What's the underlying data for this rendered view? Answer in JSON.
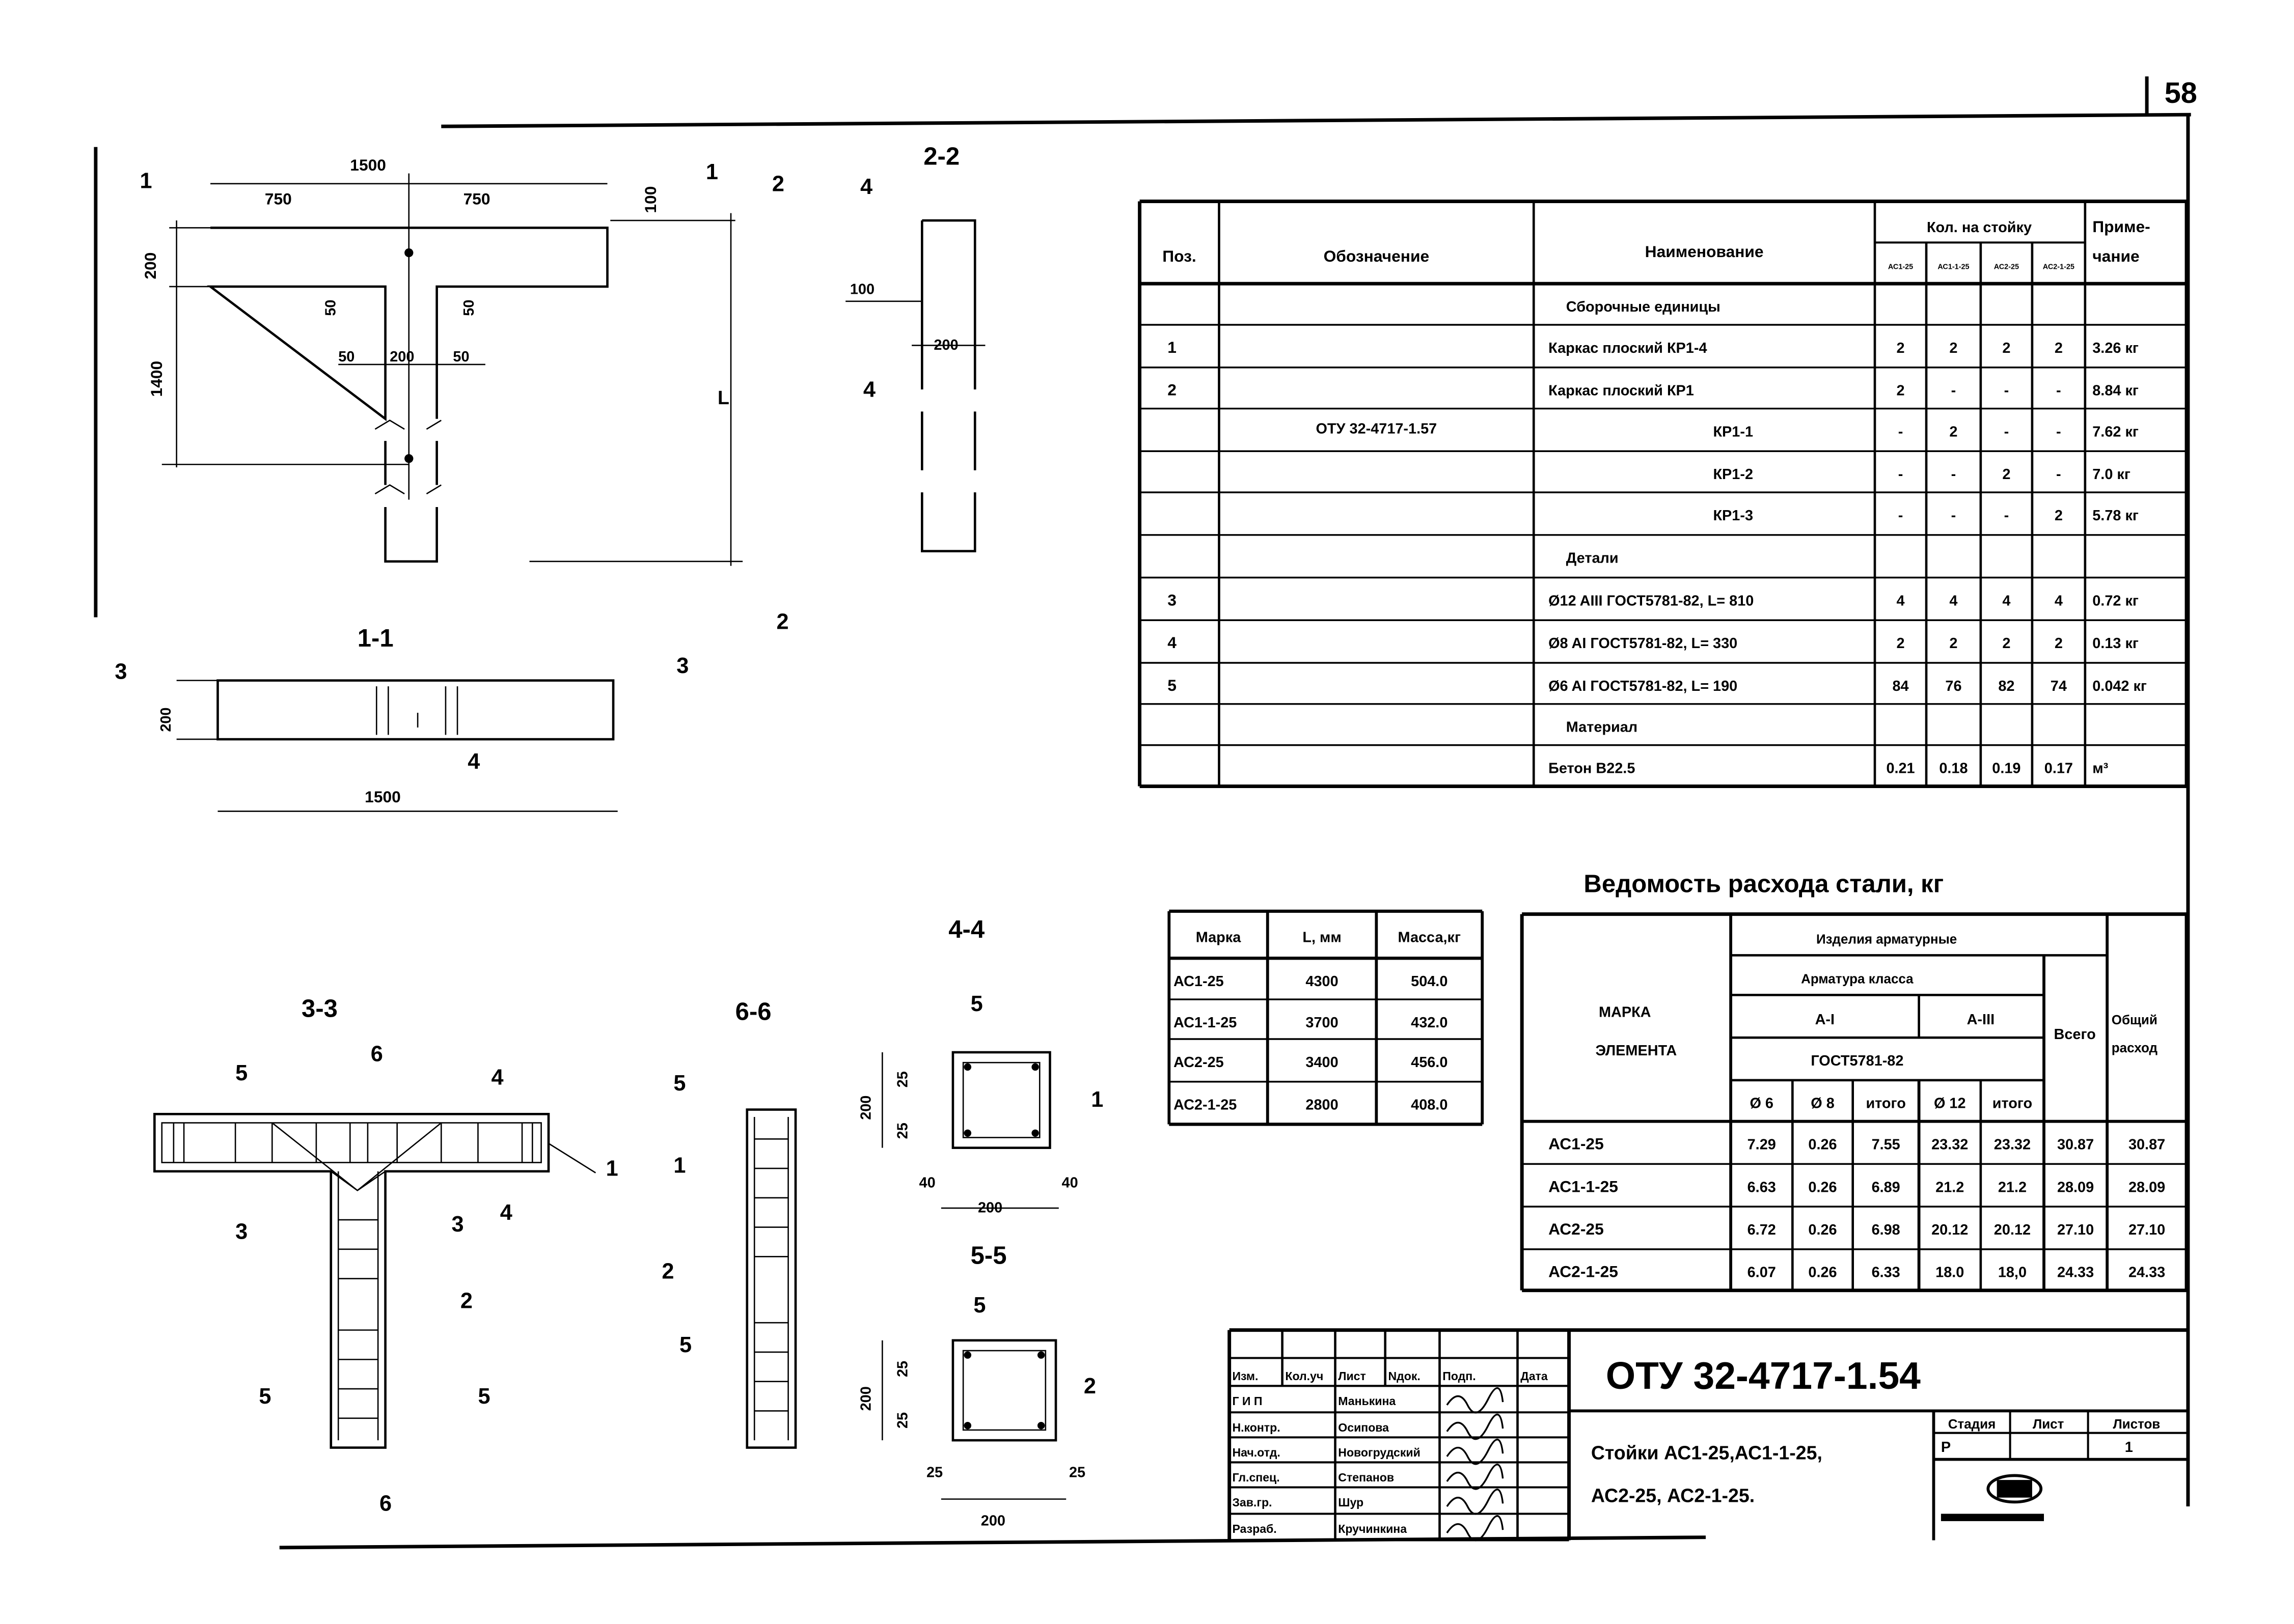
{
  "sheet_number": "58",
  "spec_table": {
    "headers": {
      "pos": "Поз.",
      "designation": "Обозначение",
      "name": "Наименование",
      "qty": "Кол. на стойку",
      "qty_cols": [
        "АС1-25",
        "АС1-1-25",
        "АС2-25",
        "АС2-1-25"
      ],
      "note_1": "Приме-",
      "note_2": "чание"
    },
    "designation_merged": "ОТУ 32-4717-1.57",
    "rows": [
      {
        "type": "section",
        "name": "Сборочные единицы"
      },
      {
        "type": "item",
        "pos": "1",
        "name": "Каркас плоский КР1-4",
        "q": [
          "2",
          "2",
          "2",
          "2"
        ],
        "note": "3.26 кг"
      },
      {
        "type": "item",
        "pos": "2",
        "name": "Каркас плоский КР1",
        "q": [
          "2",
          "-",
          "-",
          "-"
        ],
        "note": "8.84 кг"
      },
      {
        "type": "sub",
        "pos": "",
        "name": "КР1-1",
        "q": [
          "-",
          "2",
          "-",
          "-"
        ],
        "note": "7.62 кг"
      },
      {
        "type": "sub",
        "pos": "",
        "name": "КР1-2",
        "q": [
          "-",
          "-",
          "2",
          "-"
        ],
        "note": "7.0 кг"
      },
      {
        "type": "sub",
        "pos": "",
        "name": "КР1-3",
        "q": [
          "-",
          "-",
          "-",
          "2"
        ],
        "note": "5.78 кг"
      },
      {
        "type": "section",
        "name": "Детали"
      },
      {
        "type": "item",
        "pos": "3",
        "name": "Ø12 AIII ГОСТ5781-82,  L= 810",
        "q": [
          "4",
          "4",
          "4",
          "4"
        ],
        "note": "0.72 кг"
      },
      {
        "type": "item",
        "pos": "4",
        "name": "Ø8  AI ГОСТ5781-82,  L= 330",
        "q": [
          "2",
          "2",
          "2",
          "2"
        ],
        "note": "0.13 кг"
      },
      {
        "type": "item",
        "pos": "5",
        "name": "Ø6  AI ГОСТ5781-82,  L=  190",
        "q": [
          "84",
          "76",
          "82",
          "74"
        ],
        "note": "0.042 кг"
      },
      {
        "type": "section",
        "name": "Материал"
      },
      {
        "type": "item",
        "pos": "",
        "name": "Бетон В22.5",
        "q": [
          "0.21",
          "0.18",
          "0.19",
          "0.17"
        ],
        "note": "м³"
      }
    ]
  },
  "steel_table": {
    "title": "Ведомость расхода стали, кг",
    "headers": {
      "mark_1": "МАРКА",
      "mark_2": "ЭЛЕМЕНТА",
      "products": "Изделия арматурные",
      "rebar_class": "Арматура класса",
      "class_a1": "А-I",
      "class_a3": "А-III",
      "gost": "ГОСТ5781-82",
      "total": "Всего",
      "overall_1": "Общий",
      "overall_2": "расход",
      "subcols": [
        "Ø 6",
        "Ø 8",
        "итого",
        "Ø 12",
        "итого"
      ]
    },
    "rows": [
      {
        "mark": "АС1-25",
        "values": [
          "7.29",
          "0.26",
          "7.55",
          "23.32",
          "23.32",
          "30.87",
          "30.87"
        ]
      },
      {
        "mark": "АС1-1-25",
        "values": [
          "6.63",
          "0.26",
          "6.89",
          "21.2",
          "21.2",
          "28.09",
          "28.09"
        ]
      },
      {
        "mark": "АС2-25",
        "values": [
          "6.72",
          "0.26",
          "6.98",
          "20.12",
          "20.12",
          "27.10",
          "27.10"
        ]
      },
      {
        "mark": "АС2-1-25",
        "values": [
          "6.07",
          "0.26",
          "6.33",
          "18.0",
          "18,0",
          "24.33",
          "24.33"
        ]
      }
    ]
  },
  "mark_table": {
    "headers": [
      "Марка",
      "L, мм",
      "Масса,кг"
    ],
    "rows": [
      [
        "АС1-25",
        "4300",
        "504.0"
      ],
      [
        "АС1-1-25",
        "3700",
        "432.0"
      ],
      [
        "АС2-25",
        "3400",
        "456.0"
      ],
      [
        "АС2-1-25",
        "2800",
        "408.0"
      ]
    ]
  },
  "title_block": {
    "document": "ОТУ 32-4717-1.54",
    "description_1": "Стойки АС1-25,АС1-1-25,",
    "description_2": "АС2-25, АС2-1-25.",
    "rev_headers": [
      "Изм.",
      "Кол.уч",
      "Лист",
      "Nдок.",
      "Подп.",
      "Дата"
    ],
    "people": [
      {
        "role": "Г И П",
        "name": "Манькина"
      },
      {
        "role": "Н.контр.",
        "name": "Осипова"
      },
      {
        "role": "Нач.отд.",
        "name": "Новогрудский"
      },
      {
        "role": "Гл.спец.",
        "name": "Степанов"
      },
      {
        "role": "Зав.гр.",
        "name": "Шур"
      },
      {
        "role": "Разраб.",
        "name": "Кручинкина"
      }
    ],
    "stage_label": "Стадия",
    "sheet_label": "Лист",
    "sheets_label": "Листов",
    "stage": "Р",
    "sheets": "1"
  },
  "drawing": {
    "sec_11": "1-1",
    "sec_22": "2-2",
    "sec_33": "3-3",
    "sec_44": "4-4",
    "sec_55": "5-5",
    "sec_66": "6-6",
    "cut1": "1",
    "cut2": "2",
    "cut3": "3",
    "cut4": "4",
    "cut5": "5",
    "cut6": "6",
    "d1500": "1500",
    "d750": "750",
    "d200": "200",
    "d100": "100",
    "d1400": "1400",
    "d50": "50",
    "d25": "25",
    "d40": "40",
    "L": "L",
    "p1": "1",
    "p2": "2",
    "p3": "3",
    "p4": "4",
    "p5": "5"
  }
}
